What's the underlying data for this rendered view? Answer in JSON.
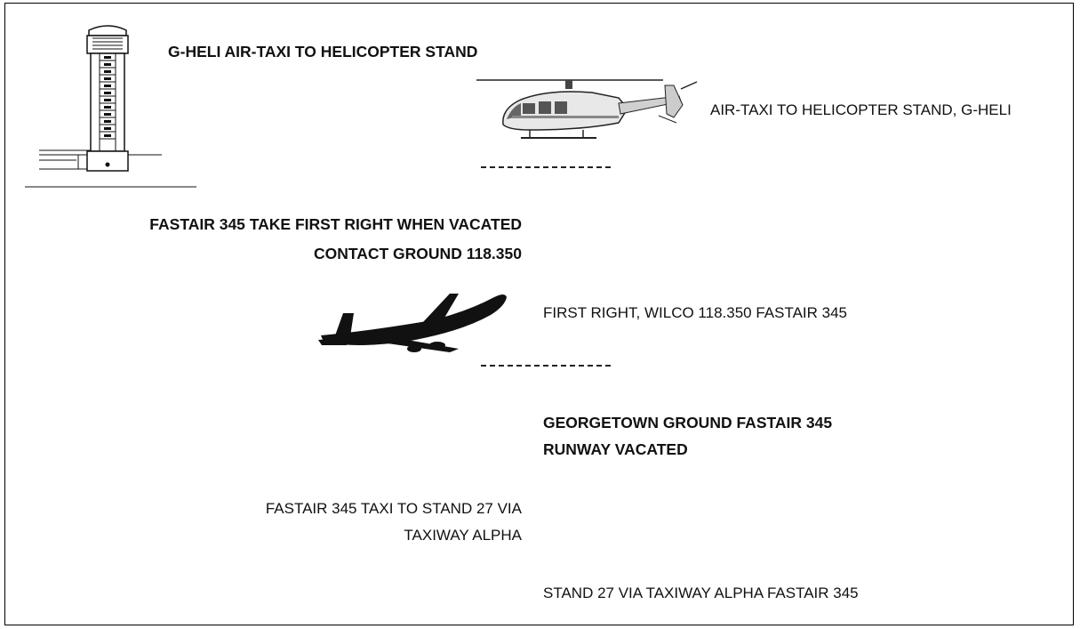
{
  "messages": {
    "m1_atc": "G-HELI AIR-TAXI TO HELICOPTER STAND",
    "m1_pilot": "AIR-TAXI TO HELICOPTER STAND, G-HELI",
    "m2_atc_line1": "FASTAIR 345 TAKE FIRST RIGHT WHEN VACATED",
    "m2_atc_line2": "CONTACT GROUND 118.350",
    "m2_pilot": "FIRST RIGHT, WILCO 118.350 FASTAIR 345",
    "m3_pilot_line1": "GEORGETOWN GROUND FASTAIR 345",
    "m3_pilot_line2": "RUNWAY VACATED",
    "m3_atc_line1": "FASTAIR 345 TAXI TO STAND 27 VIA",
    "m3_atc_line2": "TAXIWAY ALPHA",
    "m3_pilot_readback": "STAND 27 VIA TAXIWAY ALPHA FASTAIR 345"
  },
  "icons": {
    "tower": "control-tower-icon",
    "helicopter": "helicopter-icon",
    "airliner": "airliner-icon"
  }
}
